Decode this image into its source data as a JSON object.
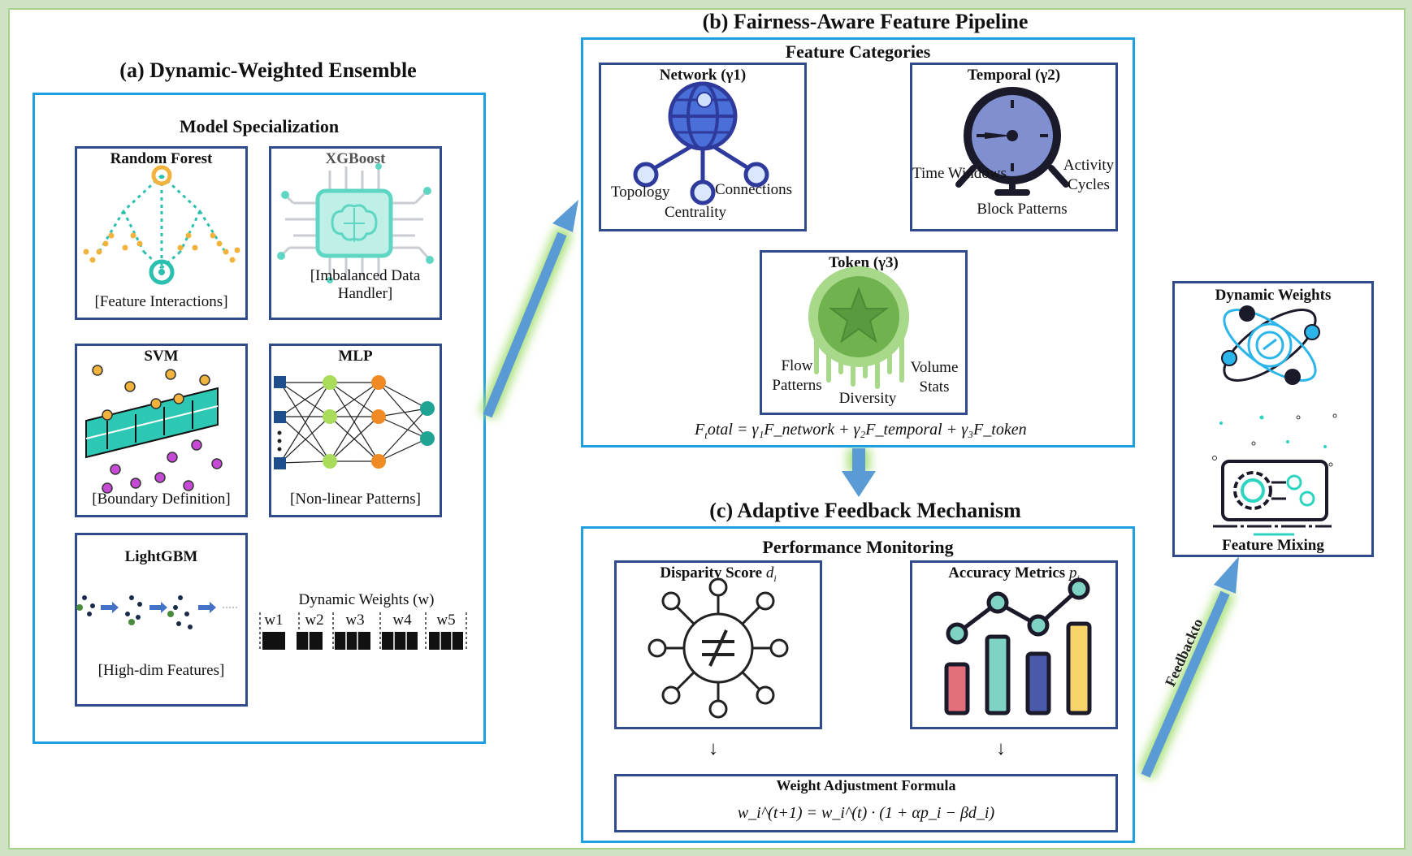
{
  "ensemble": {
    "title": "(a) Dynamic-Weighted Ensemble",
    "subtitle": "Model Specialization",
    "models": [
      {
        "name": "Random Forest",
        "caption": "[Feature Interactions]"
      },
      {
        "name": "XGBoost",
        "caption": "[Imbalanced Data Handler]"
      },
      {
        "name": "SVM",
        "caption": "[Boundary Definition]"
      },
      {
        "name": "MLP",
        "caption": "[Non-linear Patterns]"
      },
      {
        "name": "LightGBM",
        "caption": "[High-dim Features]"
      }
    ],
    "weights_title": "Dynamic Weights (w)",
    "weights": [
      "w1",
      "w2",
      "w3",
      "w4",
      "w5"
    ]
  },
  "pipeline": {
    "title": "(b) Fairness-Aware Feature Pipeline",
    "subtitle": "Feature Categories",
    "network": {
      "title": "Network (γ1)",
      "labels": [
        "Topology",
        "Centrality",
        "Connections"
      ]
    },
    "temporal": {
      "title": "Temporal (γ2)",
      "labels": [
        "Time Windows",
        "Block Patterns",
        "Activity Cycles"
      ]
    },
    "token": {
      "title": "Token (γ3)",
      "labels": [
        "Flow Patterns",
        "Diversity",
        "Volume Stats"
      ]
    },
    "formula_lhs": "F",
    "formula_lhs_sub": "t",
    "formula_lhs_rest": "otal",
    "formula_rhs": "= γ₁F_network + γ₂F_temporal + γ₃F_token"
  },
  "feedback": {
    "title": "(c) Adaptive Feedback Mechanism",
    "subtitle": "Performance Monitoring",
    "disparity": {
      "title": "Disparity Score",
      "var": "d",
      "sub": "i"
    },
    "accuracy": {
      "title": "Accuracy Metrics",
      "var": "p",
      "sub": "i"
    },
    "down_arrow": "↓",
    "formula_title": "Weight Adjustment Formula",
    "formula": "w_i^(t+1) = w_i^(t) · (1 + αp_i − βd_i)"
  },
  "right_panel": {
    "dynamic_weights": "Dynamic Weights",
    "feature_mixing": "Feature Mixing",
    "feedback_label": "Feedbackto"
  },
  "colors": {
    "cyan_border": "#1ea0e0",
    "navy_border": "#2f4b8c",
    "arrow_blue": "#5b9bd5",
    "glow_green": "#a9e07a",
    "teal": "#2dd4bf",
    "orange": "#f0b429"
  }
}
